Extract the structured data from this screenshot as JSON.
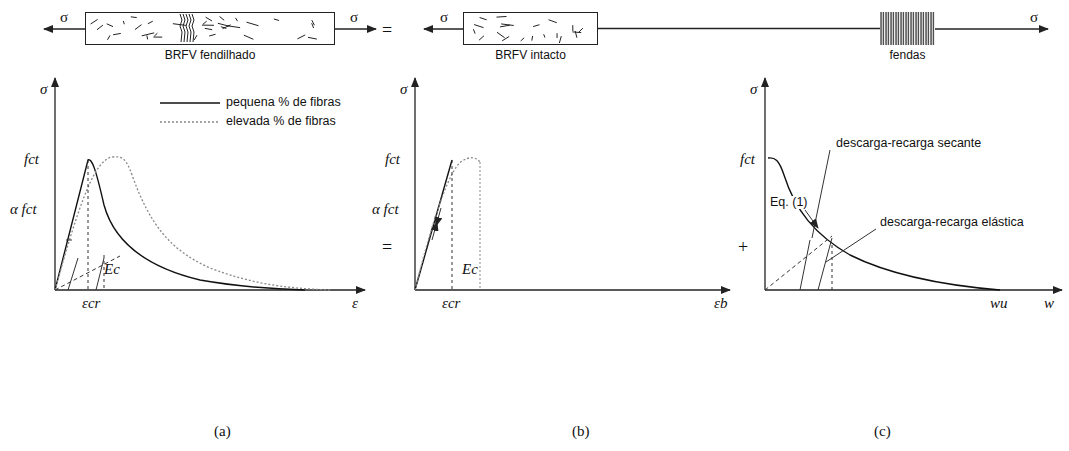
{
  "diagram": {
    "nodes": [
      {
        "text": [
          "BRFV fendilhado"
        ]
      },
      {
        "text": [
          "BRFV intacto"
        ]
      },
      {
        "text": [
          "fendas"
        ]
      }
    ],
    "edges": [
      {
        "from": 1,
        "to": 2,
        "arrow": "none"
      }
    ],
    "labels": [
      "σ",
      "σ",
      "=",
      "σ",
      "σ",
      "σ",
      "fct",
      "α fct",
      "Ec",
      "εcr",
      "ε",
      "=",
      "σ",
      "fct",
      "α fct",
      "Ec",
      "εcr",
      "εb",
      "+",
      "σ",
      "fct",
      "descarga-recarga secante",
      "Eq. (1)",
      "descarga-recarga elástica",
      "wu",
      "w",
      "(a)",
      "(b)",
      "(c)"
    ],
    "legend": [
      {
        "text": "pequena % de fibras"
      },
      {
        "text": "elevada % de fibras"
      }
    ]
  }
}
